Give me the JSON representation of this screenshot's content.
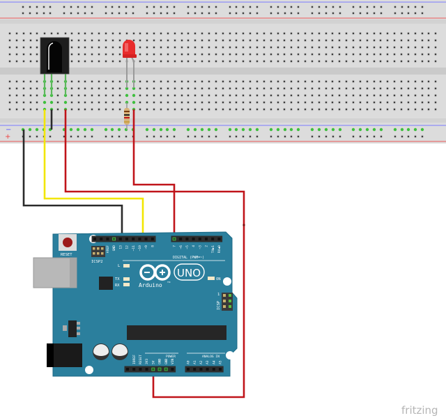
{
  "colors": {
    "breadboard": "#dcdcdc",
    "board": "#2b7f9d",
    "wire_black": "#2a2a2a",
    "wire_yellow": "#f2e600",
    "wire_red": "#c0141a",
    "hole_active": "#3fbf3f",
    "led": "#e82c2c"
  },
  "breadboard": {
    "minus_label": "−",
    "plus_label": "+"
  },
  "arduino": {
    "reset_label": "RESET",
    "icsp2_label": "ICSP2",
    "icsp_label": "ICSP",
    "icsp_pin1": "1",
    "led_l": "L",
    "led_tx": "TX",
    "led_rx": "RX",
    "led_on": "ON",
    "brand": "Arduino",
    "trademark": "TM",
    "model": "UNO",
    "digital_label": "DIGITAL (PWM=~)",
    "power_label": "POWER",
    "analog_label": "ANALOG IN",
    "top_header_1": [
      "",
      "",
      "AREF",
      "GND",
      "13",
      "12",
      "~11",
      "~10",
      "~9",
      "8"
    ],
    "top_header_2": [
      "7",
      "~6",
      "~5",
      "4",
      "~3",
      "2",
      "TX▶1",
      "RX◀0"
    ],
    "bottom_header_1": [
      "",
      "IOREF",
      "RESET",
      "3V3",
      "5V",
      "GND",
      "GND",
      "VIN"
    ],
    "bottom_header_2": [
      "A0",
      "A1",
      "A2",
      "A3",
      "A4",
      "A5"
    ]
  },
  "watermark": "fritzing"
}
